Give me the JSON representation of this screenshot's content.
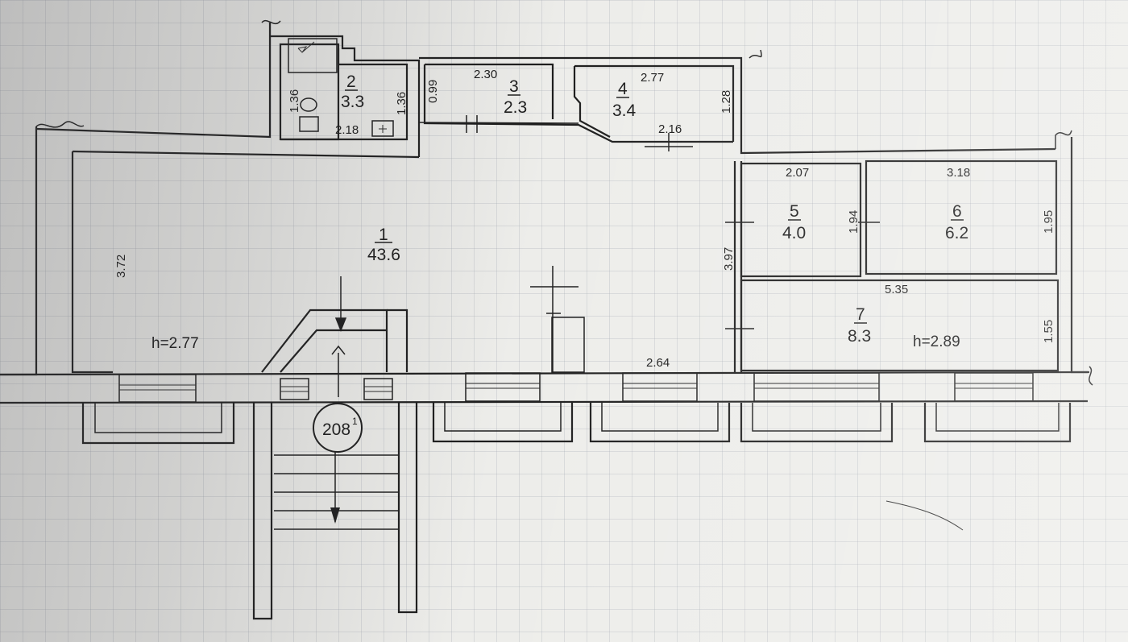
{
  "plan": {
    "unit_marker": {
      "main": "208",
      "sup": "1"
    },
    "rooms": [
      {
        "number": "1",
        "area": "43.6"
      },
      {
        "number": "2",
        "area": "3.3"
      },
      {
        "number": "3",
        "area": "2.3"
      },
      {
        "number": "4",
        "area": "3.4"
      },
      {
        "number": "5",
        "area": "4.0"
      },
      {
        "number": "6",
        "area": "6.2"
      },
      {
        "number": "7",
        "area": "8.3"
      }
    ],
    "heights": {
      "main": "h=2.77",
      "east": "h=2.89"
    },
    "dimensions": {
      "room1_height": "3.72",
      "room2_left": "1.36",
      "room2_right": "1.36",
      "room2_bottom": "2.18",
      "room3_left": "0.99",
      "room3_top": "2.30",
      "room4_top": "2.77",
      "room4_right": "1.28",
      "corridor_passage": "2.16",
      "corridor_height": "3.97",
      "room5_top": "2.07",
      "room5_right": "1.94",
      "room6_top": "3.18",
      "room6_right": "1.95",
      "room7_top": "5.35",
      "room7_right": "1.55",
      "south_wall": "2.64"
    }
  }
}
